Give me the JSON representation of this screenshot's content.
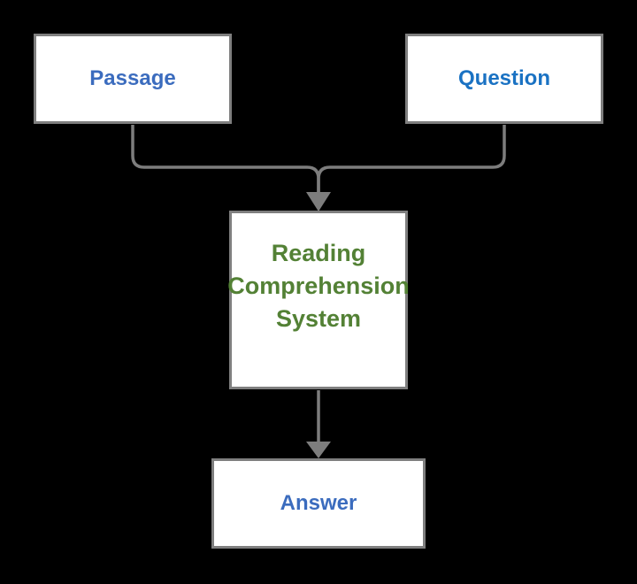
{
  "diagram": {
    "background_color": "#000000",
    "box_fill_color": "#ffffff",
    "box_border_color": "#7f7f7f",
    "connector_color": "#7d7d7d",
    "nodes": {
      "passage": {
        "label": "Passage",
        "text_color": "#3b6cbe"
      },
      "question": {
        "label": "Question",
        "text_color": "#1a72c3"
      },
      "system": {
        "label": "Reading Comprehension System",
        "lines": [
          "Reading",
          "Comprehension",
          "System"
        ],
        "text_color": "#538135"
      },
      "answer": {
        "label": "Answer",
        "text_color": "#3b6cbe"
      }
    },
    "edges": [
      {
        "from": "passage",
        "to": "system"
      },
      {
        "from": "question",
        "to": "system"
      },
      {
        "from": "system",
        "to": "answer"
      }
    ]
  }
}
